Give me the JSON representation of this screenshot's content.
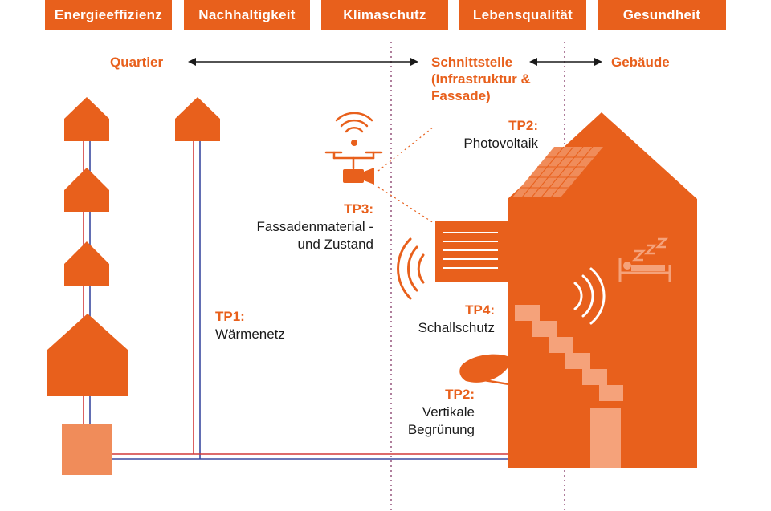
{
  "tabs": [
    "Energieeffizienz",
    "Nachhaltigkeit",
    "Klimaschutz",
    "Lebensqualität",
    "Gesundheit"
  ],
  "scale": {
    "left": "Quartier",
    "middle": "Schnittstelle (Infrastruktur & Fassade)",
    "right": "Gebäude"
  },
  "topics": {
    "tp1": {
      "code": "TP1:",
      "name": "Wärmenetz"
    },
    "tp2_pv": {
      "code": "TP2:",
      "name": "Photovoltaik"
    },
    "tp3": {
      "code": "TP3:",
      "name": "Fassadenmaterial - und Zustand"
    },
    "tp4": {
      "code": "TP4:",
      "name": "Schallschutz"
    },
    "tp2_green": {
      "code": "TP2:",
      "name": "Vertikale Begrünung"
    }
  },
  "icons": [
    "house-icon",
    "heat-pipe-icon",
    "drone-camera-icon",
    "solar-panel-icon",
    "sound-wave-icon",
    "leaf-icon",
    "bed-icon",
    "sleep-z-icon",
    "stairs-icon",
    "door-icon",
    "window-icon"
  ],
  "colors": {
    "accent": "#e8601c",
    "accent_light": "#f08c5a",
    "pipe_red": "#d23a3a",
    "pipe_blue": "#3b4aa0",
    "divider": "#7a2a5a"
  }
}
